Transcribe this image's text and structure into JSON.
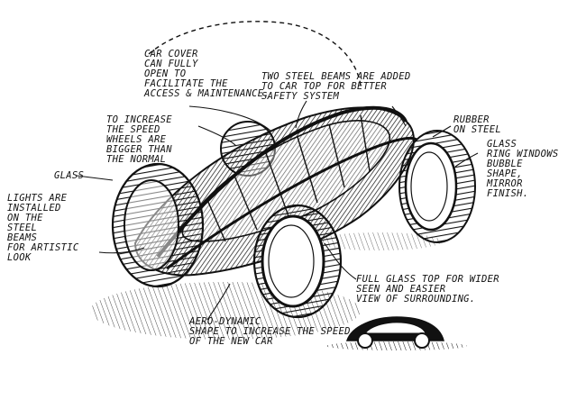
{
  "colors": {
    "ink": "#111111",
    "paper": "#ffffff"
  },
  "annotations": {
    "car_cover": "CAR COVER\nCAN FULLY\nOPEN TO\nFACILITATE THE\nACCESS & MAINTENANCE.",
    "steel_beams": "TWO STEEL BEAMS ARE ADDED\nTO CAR TOP FOR BETTER\nSAFETY SYSTEM",
    "speed_wheels": "TO INCREASE\nTHE SPEED\nWHEELS ARE\nBIGGER THAN\nTHE NORMAL",
    "rubber": "RUBBER\nON STEEL",
    "glass_left": "GLASS",
    "glass_windows": "GLASS\nRING WINDOWS\nBUBBLE\nSHAPE,\nMIRROR\nFINISH.",
    "lights": "LIGHTS ARE\nINSTALLED\nON THE\nSTEEL\nBEAMS\nFOR ARTISTIC\nLOOK",
    "glass_top": "FULL GLASS TOP FOR WIDER\nSEEN AND EASIER\nVIEW OF SURROUNDING.",
    "aerodynamic": "AERO-DYNAMIC\nSHAPE TO INCREASE THE SPEED\nOF THE NEW CAR"
  }
}
